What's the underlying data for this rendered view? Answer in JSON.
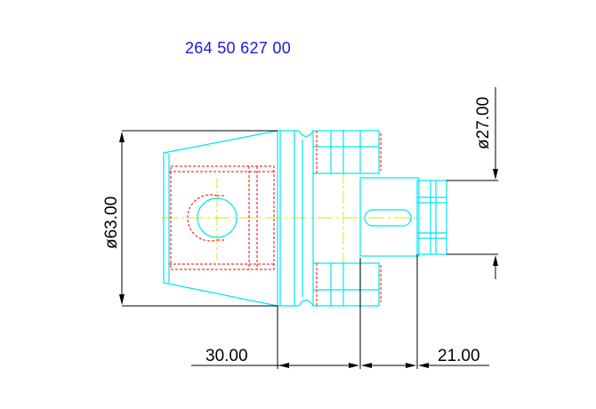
{
  "drawing": {
    "part_number": "264 50 627 00",
    "dimensions": {
      "diameter_large": "ø63.00",
      "diameter_small": "ø27.00",
      "length_left": "30.00",
      "length_right": "21.00"
    },
    "colors": {
      "outline": "#00e5ee",
      "hidden": "#ff0000",
      "centerline": "#e6e600",
      "dimension": "#000000",
      "part_number": "#1a1adf"
    }
  }
}
